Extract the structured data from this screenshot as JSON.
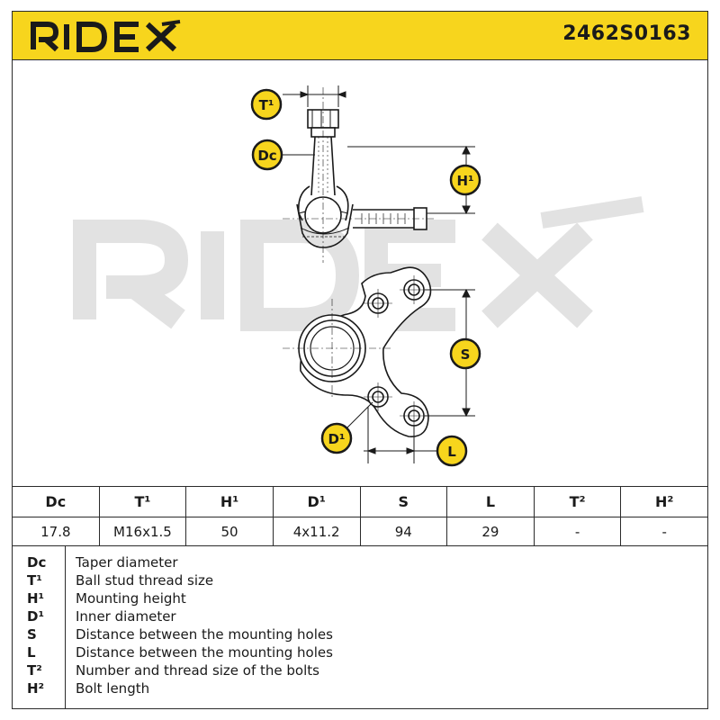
{
  "brand": {
    "logo_text": "RIDEX"
  },
  "part_number": "2462S0163",
  "watermark": {
    "text": "RIDEX"
  },
  "callouts": [
    {
      "id": "t1",
      "label": "T¹"
    },
    {
      "id": "dc",
      "label": "Dc"
    },
    {
      "id": "h1",
      "label": "H¹"
    },
    {
      "id": "s",
      "label": "S"
    },
    {
      "id": "d1",
      "label": "D¹"
    },
    {
      "id": "l",
      "label": "L"
    }
  ],
  "spec_table": {
    "headers": [
      "Dc",
      "T¹",
      "H¹",
      "D¹",
      "S",
      "L",
      "T²",
      "H²"
    ],
    "values": [
      "17.8",
      "M16x1.5",
      "50",
      "4x11.2",
      "94",
      "29",
      "-",
      "-"
    ]
  },
  "legend": [
    {
      "key": "Dc",
      "description": "Taper diameter"
    },
    {
      "key": "T¹",
      "description": "Ball stud thread size"
    },
    {
      "key": "H¹",
      "description": "Mounting height"
    },
    {
      "key": "D¹",
      "description": "Inner diameter"
    },
    {
      "key": "S",
      "description": "Distance between the mounting holes"
    },
    {
      "key": "L",
      "description": "Distance between the mounting holes"
    },
    {
      "key": "T²",
      "description": "Number and thread size of the bolts"
    },
    {
      "key": "H²",
      "description": "Bolt length"
    }
  ],
  "colors": {
    "brand_yellow": "#f7d51d",
    "ink": "#1a1a1a",
    "watermark": "#e2e2e2"
  }
}
